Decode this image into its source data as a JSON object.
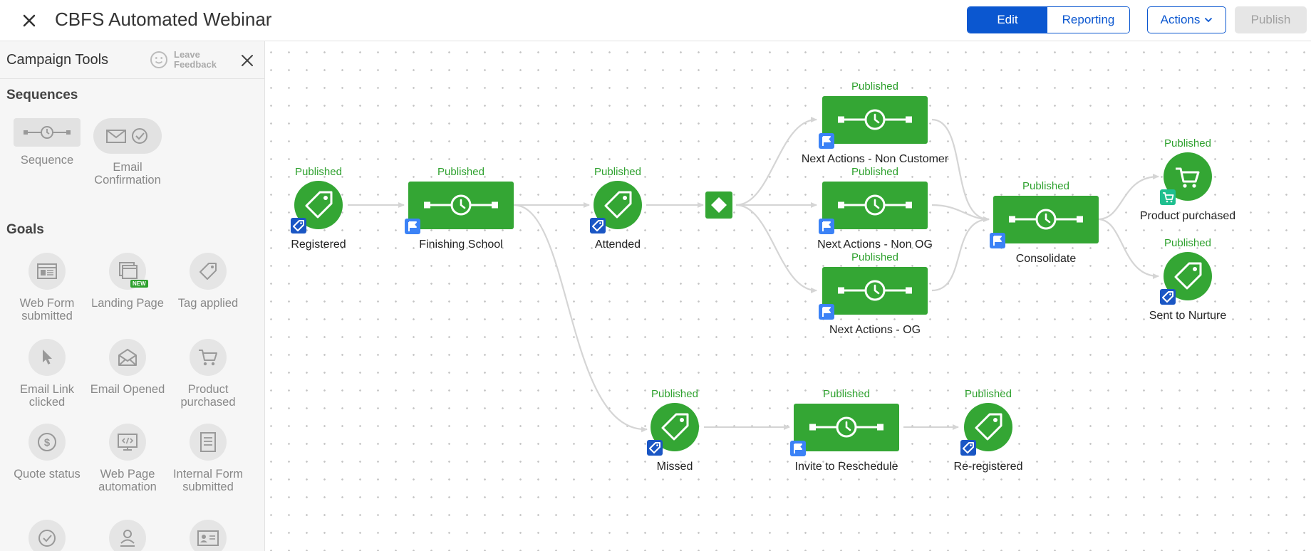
{
  "header": {
    "title": "CBFS Automated Webinar",
    "edit_label": "Edit",
    "reporting_label": "Reporting",
    "actions_label": "Actions",
    "publish_label": "Publish"
  },
  "sidebar": {
    "title": "Campaign Tools",
    "feedback_label": "Leave Feedback",
    "sequences_title": "Sequences",
    "sequences": [
      {
        "label": "Sequence",
        "icon": "sequence-icon"
      },
      {
        "label": "Email Confirmation",
        "icon": "email-confirmation-icon"
      }
    ],
    "goals_title": "Goals",
    "goals": [
      {
        "label": "Web Form submitted",
        "icon": "web-form-icon"
      },
      {
        "label": "Landing Page",
        "icon": "landing-page-icon",
        "badge": "NEW"
      },
      {
        "label": "Tag applied",
        "icon": "tag-icon"
      },
      {
        "label": "Email Link clicked",
        "icon": "cursor-icon"
      },
      {
        "label": "Email Opened",
        "icon": "envelope-open-icon"
      },
      {
        "label": "Product purchased",
        "icon": "cart-icon"
      },
      {
        "label": "Quote status",
        "icon": "dollar-icon"
      },
      {
        "label": "Web Page automation",
        "icon": "web-page-code-icon"
      },
      {
        "label": "Internal Form submitted",
        "icon": "internal-form-icon"
      }
    ]
  },
  "canvas": {
    "status_label": "Published",
    "nodes": {
      "registered": "Registered",
      "finishing_school": "Finishing School",
      "attended": "Attended",
      "next_non_customer": "Next Actions - Non Customer",
      "next_non_og": "Next Actions - Non OG",
      "next_og": "Next Actions - OG",
      "consolidate": "Consolidate",
      "product_purchased": "Product purchased",
      "sent_to_nurture": "Sent to Nurture",
      "missed": "Missed",
      "invite_reschedule": "Invite to Reschedule",
      "re_registered": "Re-registered"
    }
  },
  "colors": {
    "accent": "#0b57d0",
    "node_green": "#34a634",
    "published_green": "#2ea12e",
    "badge_blue": "#3b82f6",
    "badge_dark_blue": "#1a56c4",
    "badge_teal": "#1fbf8f"
  }
}
